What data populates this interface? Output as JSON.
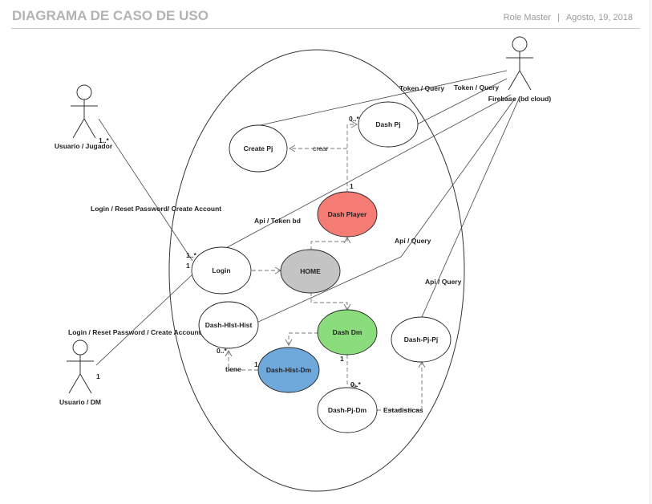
{
  "header": {
    "title": "DIAGRAMA DE CASO DE USO",
    "app": "Role Master",
    "separator": "|",
    "date": "Agosto, 19,  2018"
  },
  "actors": {
    "jugador": "Usuario / Jugador",
    "dm": "Usuario / DM",
    "firebase": "Firebase (bd cloud)"
  },
  "use_cases": {
    "create_pj": "Create Pj",
    "dash_pj": "Dash Pj",
    "dash_player": "Dash Player",
    "login": "Login",
    "home": "HOME",
    "dash_hist_hist": "Dash-HIst-Hist",
    "dash_dm": "Dash Dm",
    "dash_pj_pj": "Dash-Pj-Pj",
    "dash_hist_dm": "Dash-Hist-Dm",
    "dash_pj_dm": "Dash-Pj-Dm"
  },
  "colors": {
    "dash_player": "#f47c74",
    "home": "#c4c4c4",
    "dash_dm": "#8bdc7c",
    "dash_hist_dm": "#6fa9dc"
  },
  "labels": {
    "token_query_1": "Token / Query",
    "token_query_2": "Token / Query",
    "crear": "crear",
    "api_token_bd": "Api / Token bd",
    "api_query_1": "Api / Query",
    "api_query_2": "Api / Query",
    "login_jugador": "Login / Reset Password/ Create Account",
    "login_dm": "Login / Reset Password / Create Account",
    "tiene": "tiene",
    "estadisticas": "Estadisticas"
  },
  "multiplicities": {
    "jugador_1n": "1..*",
    "login_1n": "1..*",
    "login_1": "1",
    "dm_1": "1",
    "dash_pj_0n": "0..*",
    "dash_player_1": "1",
    "hist_0n": "0..*",
    "hist_dm_1": "1",
    "dash_dm_1": "1",
    "pj_dm_0n": "0..*"
  }
}
